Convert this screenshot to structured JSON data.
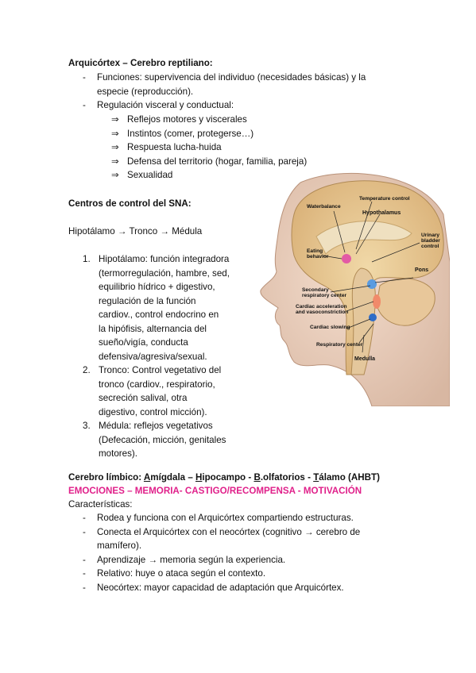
{
  "arqui": {
    "title": "Arquicórtex – Cerebro reptiliano:",
    "funciones_l1": "Funciones: supervivencia del individuo (necesidades básicas) y la",
    "funciones_l2": "especie (reproducción).",
    "regulacion": "Regulación visceral y conductual:",
    "sub": [
      "Reflejos motores y viscerales",
      "Instintos (comer, protegerse…)",
      "Respuesta lucha-huida",
      "Defensa del territorio (hogar, familia, pareja)",
      "Sexualidad"
    ]
  },
  "sna": {
    "title": "Centros de control del SNA:",
    "path": [
      "Hipotálamo",
      "Tronco",
      "Médula"
    ],
    "items": [
      {
        "num": "1.",
        "lines": [
          "Hipotálamo: función integradora",
          "(termorregulación, hambre, sed,",
          "equilibrio hídrico + digestivo,",
          "regulación de la función",
          "cardiov., control endocrino en",
          "la hipófisis, alternancia del",
          "sueño/vigía, conducta",
          "defensiva/agresiva/sexual."
        ]
      },
      {
        "num": "2.",
        "lines": [
          "Tronco: Control vegetativo del",
          "tronco (cardiov., respiratorio,",
          "secreción salival, otra",
          "digestivo, control micción)."
        ]
      },
      {
        "num": "3.",
        "lines": [
          "Médula: reflejos vegetativos",
          "(Defecación, micción, genitales",
          "motores)."
        ]
      }
    ]
  },
  "limbico": {
    "prefix": "Cerebro límbico: ",
    "a_first": "A",
    "a_rest": "mígdala",
    "sep1": " – ",
    "h_first": "H",
    "h_rest": "ipocampo",
    "sep2": " - ",
    "b_first": "B",
    "b_rest": ".olfatorios",
    "sep3": " - ",
    "t_first": "T",
    "t_rest": "álamo (AHBT)",
    "emociones": "EMOCIONES – MEMORIA- CASTIGO/RECOMPENSA - MOTIVACIÓN",
    "caracteristicas": "Características:",
    "bullets": [
      {
        "lines": [
          "Rodea y funciona con el Arquicórtex compartiendo estructuras."
        ]
      },
      {
        "lines": [
          "Conecta el Arquicórtex con el neocórtex (cognitivo → cerebro de",
          "mamífero)."
        ]
      },
      {
        "lines": [
          "Aprendizaje → memoria según la experiencia."
        ]
      },
      {
        "lines": [
          "Relativo: huye o ataca según el contexto."
        ]
      },
      {
        "lines": [
          "Neocórtex: mayor capacidad de adaptación que Arquicórtex."
        ]
      }
    ]
  },
  "figure": {
    "labels": [
      "Temperature control",
      "Waterbalance",
      "Hypothalamus",
      "Urinary",
      "bladder",
      "control",
      "Eating",
      "behavior",
      "Pons",
      "Secondary",
      "respiratory center",
      "Cardiac acceleration",
      "and vasoconstriction",
      "Cardiac slowing",
      "Respiratory center",
      "Medulla"
    ]
  },
  "symbols": {
    "dash": "-",
    "implies": "⇒",
    "arrow": "→"
  }
}
